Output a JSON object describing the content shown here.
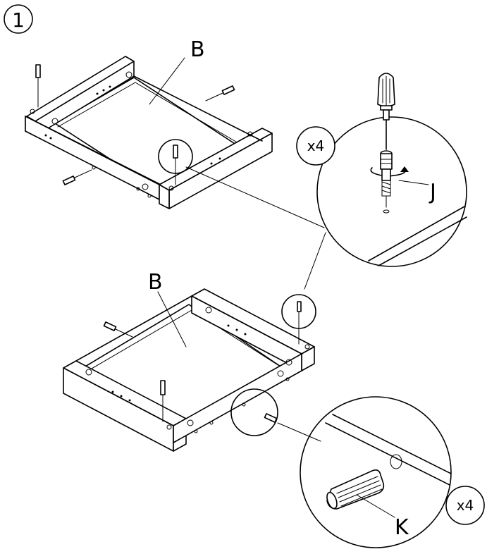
{
  "diagram": {
    "step_number": "1",
    "part_label_top": "B",
    "part_label_bottom": "B",
    "callout_screw_label": "J",
    "callout_screw_quantity": "x4",
    "callout_dowel_label": "K",
    "callout_dowel_quantity": "x4"
  },
  "colors": {
    "line": "#000000",
    "background": "#ffffff"
  },
  "icons": [
    "screwdriver-icon",
    "screw-icon",
    "dowel-icon",
    "rotation-arrow-icon"
  ]
}
